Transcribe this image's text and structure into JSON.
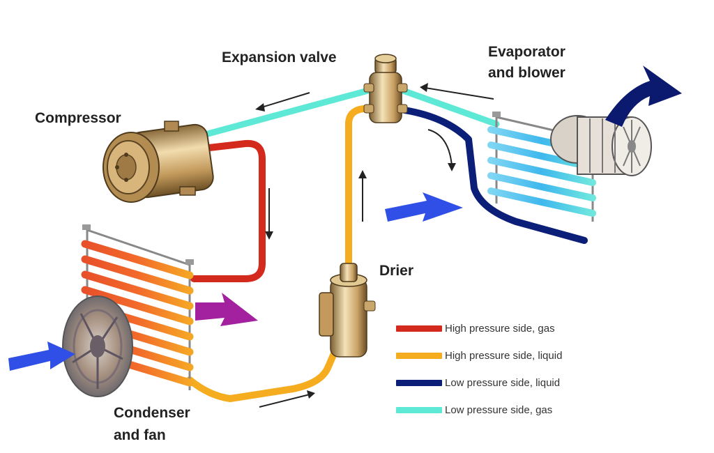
{
  "labels": {
    "expansion_valve": "Expansion valve",
    "evaporator_line1": "Evaporator",
    "evaporator_line2": "and blower",
    "compressor": "Compressor",
    "drier": "Drier",
    "condenser_line1": "Condenser",
    "condenser_line2": "and fan"
  },
  "legend": [
    {
      "label": "High pressure side, gas",
      "color": "#d42a1e"
    },
    {
      "label": "High pressure side, liquid",
      "color": "#f5ac1f"
    },
    {
      "label": "Low pressure side, liquid",
      "color": "#0c1f78"
    },
    {
      "label": "Low pressure side, gas",
      "color": "#5ee8d6"
    }
  ],
  "colors": {
    "air_flow_arrow": "#2f4fe6",
    "hot_air_arrow": "#a3209e",
    "cold_air_out_arrow": "#0b1a6e",
    "component_metal": "#c9a76b"
  }
}
